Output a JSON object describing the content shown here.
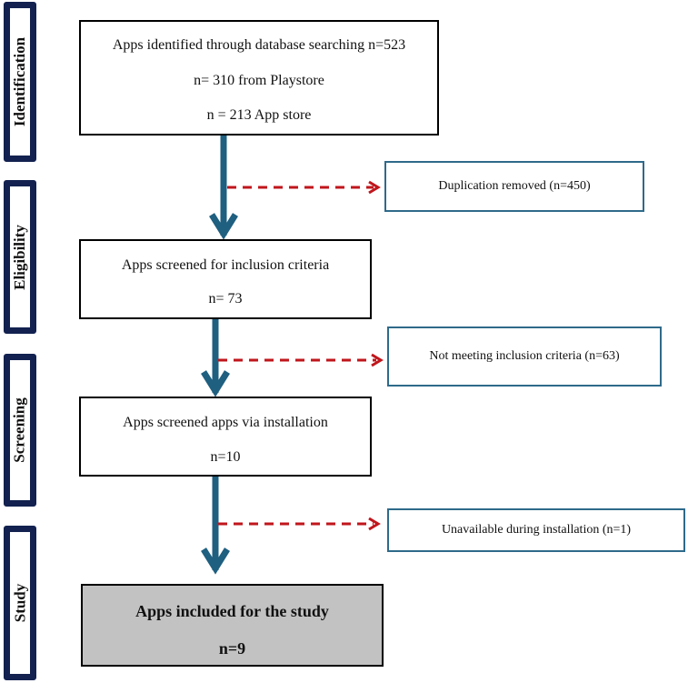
{
  "phases": {
    "identification": "Identification",
    "eligibility": "Eligibility",
    "screening": "Screening",
    "study": "Study"
  },
  "boxes": {
    "identified": {
      "line1": "Apps identified through database searching n=523",
      "line2": "n= 310 from Playstore",
      "line3": "n = 213 App store"
    },
    "inclusion": {
      "line1": "Apps screened for inclusion criteria",
      "line2": "n= 73"
    },
    "installation": {
      "line1": "Apps screened apps via installation",
      "line2": "n=10"
    },
    "included": {
      "line1": "Apps included for the study",
      "line2": "n=9"
    }
  },
  "exclusions": {
    "duplication": "Duplication removed (n=450)",
    "not_meeting": "Not meeting inclusion criteria (n=63)",
    "unavailable": "Unavailable during installation (n=1)"
  },
  "colors": {
    "phase_border": "#12214f",
    "main_arrow": "#1f5f80",
    "dashed_arrow": "#c0161c",
    "side_border": "#2e6a8a",
    "final_fill": "#c2c2c2"
  }
}
